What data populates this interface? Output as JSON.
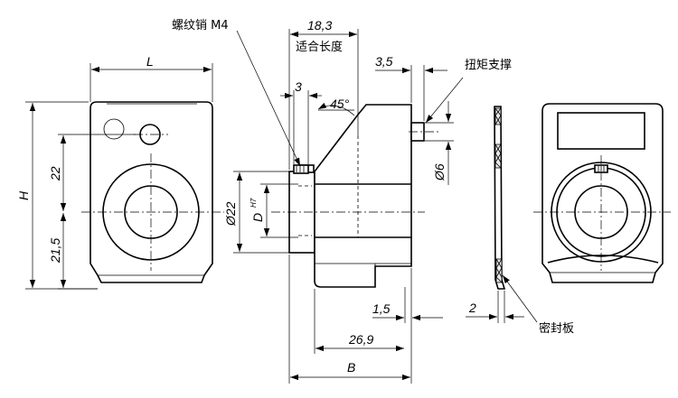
{
  "callouts": {
    "screw_m4": "螺纹销 M4",
    "torque_support": "扭矩支撑",
    "seal_plate": "密封板",
    "fit_length": "适合长度"
  },
  "dimensions": {
    "L": "L",
    "H": "H",
    "dim_22_upper": "22",
    "dim_21_5": "21,5",
    "dim_18_3": "18,3",
    "dim_3": "3",
    "angle_45": "45°",
    "dim_3_5": "3,5",
    "dim_6": "Ø6",
    "dim_d22": "Ø22",
    "dim_D": "D",
    "dim_D_fit": "H7",
    "dim_1_5": "1,5",
    "dim_26_9": "26,9",
    "dim_B": "B",
    "dim_2": "2"
  }
}
